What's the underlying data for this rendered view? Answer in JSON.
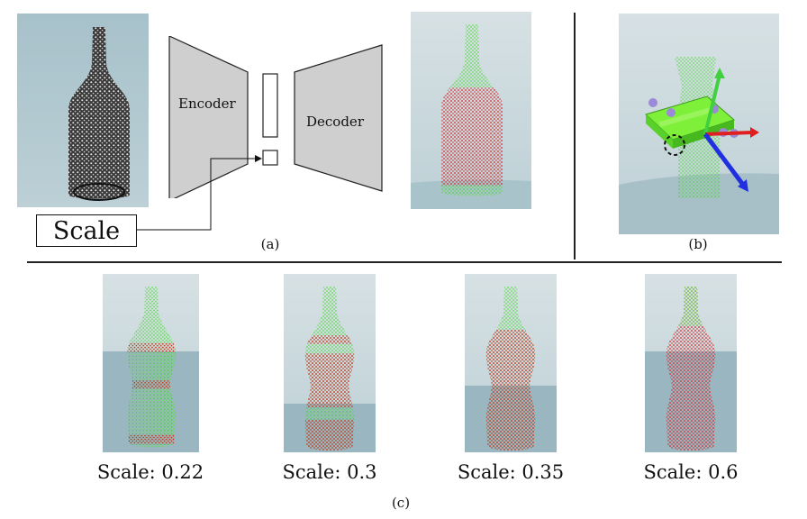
{
  "panel_a": {
    "encoder_label": "Encoder",
    "decoder_label": "Decoder",
    "scale_input_label": "Scale",
    "caption": "(a)"
  },
  "panel_b": {
    "caption": "(b)"
  },
  "panel_c": {
    "caption": "(c)",
    "items": [
      {
        "label": "Scale: 0.22"
      },
      {
        "label": "Scale: 0.3"
      },
      {
        "label": "Scale: 0.35"
      },
      {
        "label": "Scale: 0.6"
      }
    ]
  },
  "colors": {
    "point_black": "#1a1a1a",
    "point_red": "#e02020",
    "point_green": "#50e040",
    "block_fill": "#cfcfcf",
    "sky_bg": "#a9c3cb"
  }
}
